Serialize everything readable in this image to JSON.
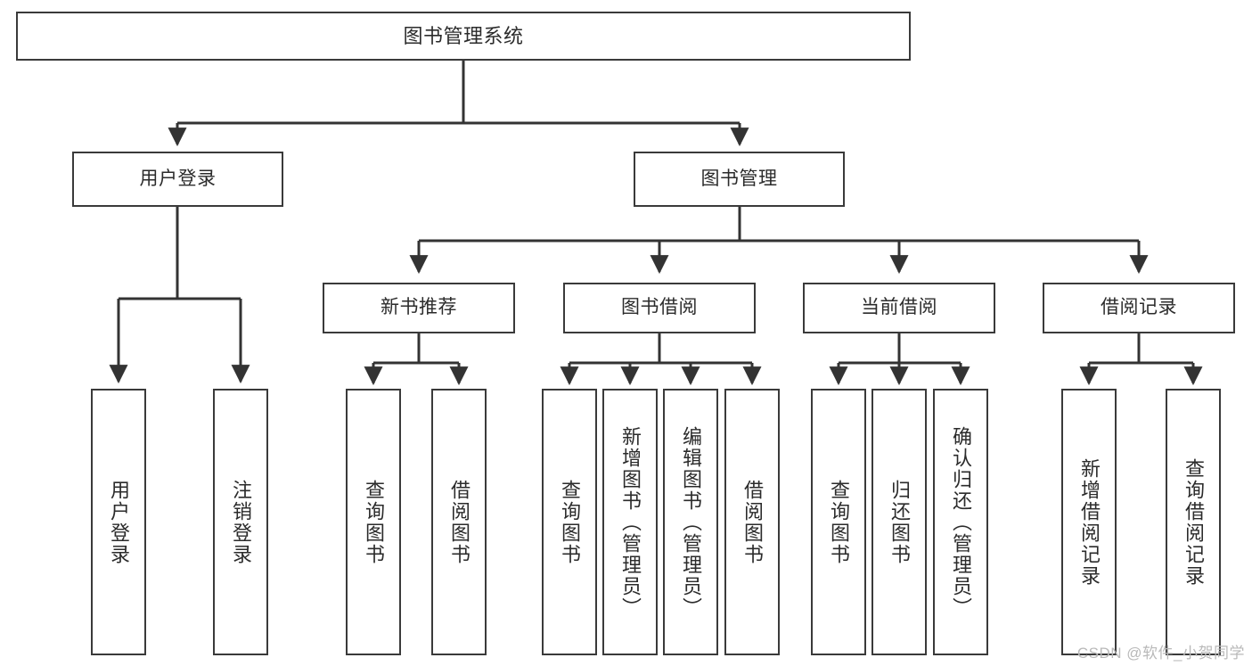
{
  "diagram": {
    "title": "图书管理系统",
    "type": "tree-hierarchy-flowchart",
    "watermark": "CSDN @软件_小贺同学",
    "colors": {
      "background": "#ffffff",
      "box_border": "#3a3a3a",
      "box_fill": "#ffffff",
      "text": "#2b2b2b",
      "connector": "#333333",
      "watermark": "#b9b9b9"
    },
    "levels": {
      "level1": "root",
      "level2": "modules",
      "level3": "sub-modules",
      "level4": "functions"
    },
    "nodes": {
      "root": {
        "label": "图书管理系统",
        "orientation": "horizontal"
      },
      "user_login": {
        "label": "用户登录",
        "orientation": "horizontal"
      },
      "book_manage": {
        "label": "图书管理",
        "orientation": "horizontal"
      },
      "new_book_rec": {
        "label": "新书推荐",
        "orientation": "horizontal"
      },
      "book_borrow": {
        "label": "图书借阅",
        "orientation": "horizontal"
      },
      "current_borrow": {
        "label": "当前借阅",
        "orientation": "horizontal"
      },
      "borrow_record": {
        "label": "借阅记录",
        "orientation": "horizontal"
      },
      "leaf_user_login": {
        "label": "用户登录",
        "orientation": "vertical"
      },
      "leaf_logout": {
        "label": "注销登录",
        "orientation": "vertical"
      },
      "leaf_query_book_1": {
        "label": "查询图书",
        "orientation": "vertical"
      },
      "leaf_borrow_book_1": {
        "label": "借阅图书",
        "orientation": "vertical"
      },
      "leaf_query_book_2": {
        "label": "查询图书",
        "orientation": "vertical"
      },
      "leaf_add_book": {
        "label": "新增图书（管理员）",
        "orientation": "vertical"
      },
      "leaf_edit_book": {
        "label": "编辑图书（管理员）",
        "orientation": "vertical"
      },
      "leaf_borrow_book_2": {
        "label": "借阅图书",
        "orientation": "vertical"
      },
      "leaf_query_book_3": {
        "label": "查询图书",
        "orientation": "vertical"
      },
      "leaf_return_book": {
        "label": "归还图书",
        "orientation": "vertical"
      },
      "leaf_confirm_return": {
        "label": "确认归还（管理员）",
        "orientation": "vertical"
      },
      "leaf_add_record": {
        "label": "新增借阅记录",
        "orientation": "vertical"
      },
      "leaf_query_record": {
        "label": "查询借阅记录",
        "orientation": "vertical"
      }
    },
    "edges": [
      {
        "from": "root",
        "to": "user_login"
      },
      {
        "from": "root",
        "to": "book_manage"
      },
      {
        "from": "user_login",
        "to": "leaf_user_login"
      },
      {
        "from": "user_login",
        "to": "leaf_logout"
      },
      {
        "from": "book_manage",
        "to": "new_book_rec"
      },
      {
        "from": "book_manage",
        "to": "book_borrow"
      },
      {
        "from": "book_manage",
        "to": "current_borrow"
      },
      {
        "from": "book_manage",
        "to": "borrow_record"
      },
      {
        "from": "new_book_rec",
        "to": "leaf_query_book_1"
      },
      {
        "from": "new_book_rec",
        "to": "leaf_borrow_book_1"
      },
      {
        "from": "book_borrow",
        "to": "leaf_query_book_2"
      },
      {
        "from": "book_borrow",
        "to": "leaf_add_book"
      },
      {
        "from": "book_borrow",
        "to": "leaf_edit_book"
      },
      {
        "from": "book_borrow",
        "to": "leaf_borrow_book_2"
      },
      {
        "from": "current_borrow",
        "to": "leaf_query_book_3"
      },
      {
        "from": "current_borrow",
        "to": "leaf_return_book"
      },
      {
        "from": "current_borrow",
        "to": "leaf_confirm_return"
      },
      {
        "from": "borrow_record",
        "to": "leaf_add_record"
      },
      {
        "from": "borrow_record",
        "to": "leaf_query_record"
      }
    ]
  }
}
